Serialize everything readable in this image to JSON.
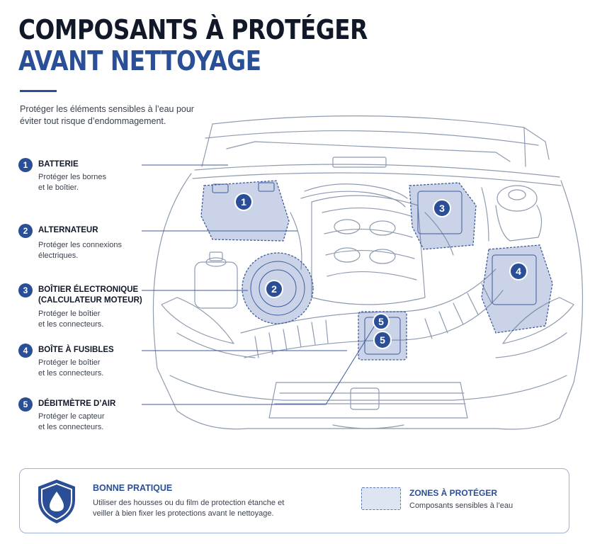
{
  "header": {
    "title_line1": "COMPOSANTS À PROTÉGER",
    "title_line2": "AVANT NETTOYAGE",
    "intro": "Protéger les éléments sensibles à l’eau pour éviter tout risque d’endommagement."
  },
  "components": [
    {
      "num": "1",
      "title": "BATTERIE",
      "desc_line1": "Protéger les bornes",
      "desc_line2": "et le boîtier."
    },
    {
      "num": "2",
      "title": "ALTERNATEUR",
      "desc_line1": "Protéger les connexions",
      "desc_line2": "électriques."
    },
    {
      "num": "3",
      "title": "BOÎTIER ÉLECTRONIQUE",
      "title_line2": "(CALCULATEUR MOTEUR)",
      "desc_line1": "Protéger le boîtier",
      "desc_line2": "et les connecteurs."
    },
    {
      "num": "4",
      "title": "BOÎTE À FUSIBLES",
      "desc_line1": "Protéger le boîtier",
      "desc_line2": "et les connecteurs."
    },
    {
      "num": "5",
      "title": "DÉBITMÈTRE D’AIR",
      "desc_line1": "Protéger le capteur",
      "desc_line2": "et les connecteurs."
    }
  ],
  "markers": [
    "1",
    "2",
    "3",
    "4",
    "5",
    "5"
  ],
  "best_practice": {
    "title": "BONNE PRATIQUE",
    "text": "Utiliser des housses ou du film de protection étanche et veiller à bien fixer les protections avant le nettoyage.",
    "icon": "shield-water-drop-icon"
  },
  "zones": {
    "title": "ZONES À PROTÉGER",
    "text": "Composants sensibles à l’eau"
  },
  "colors": {
    "accent": "#2a4f96",
    "zone_fill": "#dde5f3",
    "line_art": "#8e9bb0"
  }
}
